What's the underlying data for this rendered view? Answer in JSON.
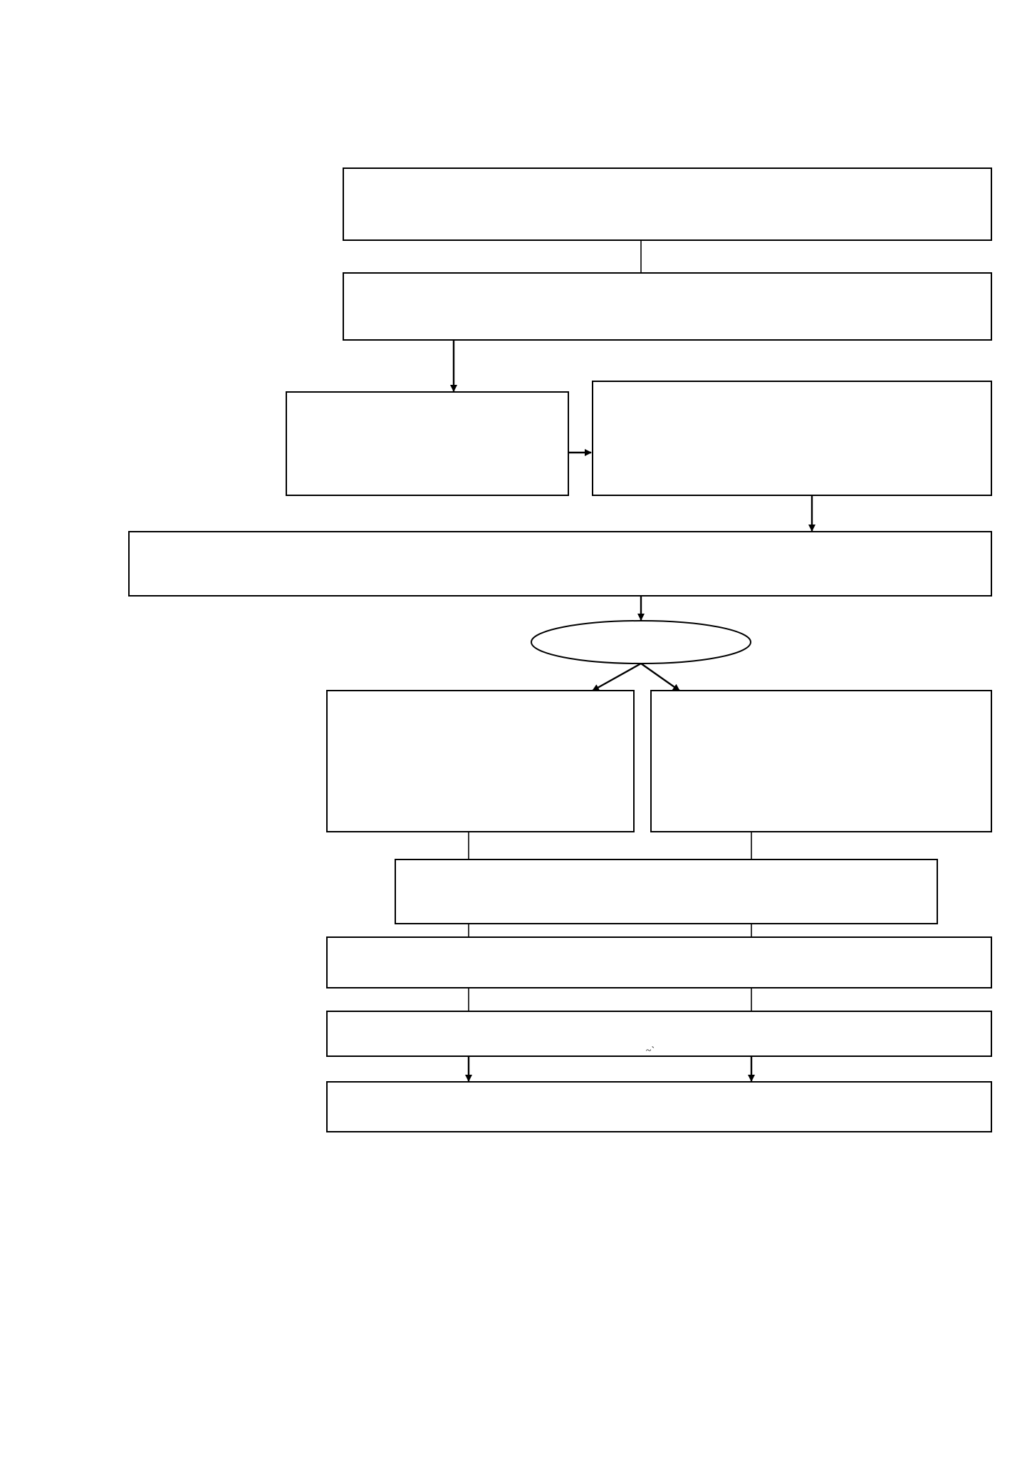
{
  "diagram": {
    "type": "flowchart",
    "nodes": [
      {
        "id": "box-1",
        "shape": "rect",
        "label": ""
      },
      {
        "id": "box-2",
        "shape": "rect",
        "label": ""
      },
      {
        "id": "box-3a",
        "shape": "rect",
        "label": ""
      },
      {
        "id": "box-3b",
        "shape": "rect",
        "label": ""
      },
      {
        "id": "box-4",
        "shape": "rect",
        "label": ""
      },
      {
        "id": "decision",
        "shape": "ellipse",
        "label": ""
      },
      {
        "id": "box-5a",
        "shape": "rect",
        "label": ""
      },
      {
        "id": "box-5b",
        "shape": "rect",
        "label": ""
      },
      {
        "id": "box-6",
        "shape": "rect",
        "label": ""
      },
      {
        "id": "box-7",
        "shape": "rect",
        "label": ""
      },
      {
        "id": "box-8",
        "shape": "rect",
        "label": "~`"
      },
      {
        "id": "box-9",
        "shape": "rect",
        "label": ""
      }
    ],
    "edges": [
      {
        "from": "box-1",
        "to": "box-2",
        "arrow": false
      },
      {
        "from": "box-2",
        "to": "box-3a",
        "arrow": true
      },
      {
        "from": "box-3a",
        "to": "box-3b",
        "arrow": true
      },
      {
        "from": "box-3b",
        "to": "box-4",
        "arrow": true
      },
      {
        "from": "box-4",
        "to": "decision",
        "arrow": true
      },
      {
        "from": "decision",
        "to": "box-5a",
        "arrow": true
      },
      {
        "from": "decision",
        "to": "box-5b",
        "arrow": true
      },
      {
        "from": "box-5a",
        "to": "box-6",
        "arrow": false
      },
      {
        "from": "box-5b",
        "to": "box-6",
        "arrow": false
      },
      {
        "from": "box-6",
        "to": "box-7",
        "arrow": false
      },
      {
        "from": "box-7",
        "to": "box-8",
        "arrow": false
      },
      {
        "from": "box-8",
        "to": "box-9",
        "arrow": true
      }
    ]
  }
}
